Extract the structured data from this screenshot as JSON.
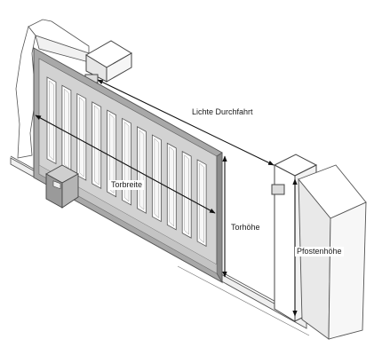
{
  "labels": {
    "lichte_durchfahrt": "Lichte Durchfahrt",
    "torbreite": "Torbreite",
    "torhoehe": "Torhöhe",
    "pfostenhoehe": "Pfostenhöhe"
  },
  "colors": {
    "line": "#4d4d4d",
    "gate_frame": "#a8a8a8",
    "gate_panel": "#d2d2d2",
    "post_fill": "#ffffff",
    "shade": "#c8c8c8",
    "motor": "#9a9a9a",
    "dimension": "#111111"
  }
}
